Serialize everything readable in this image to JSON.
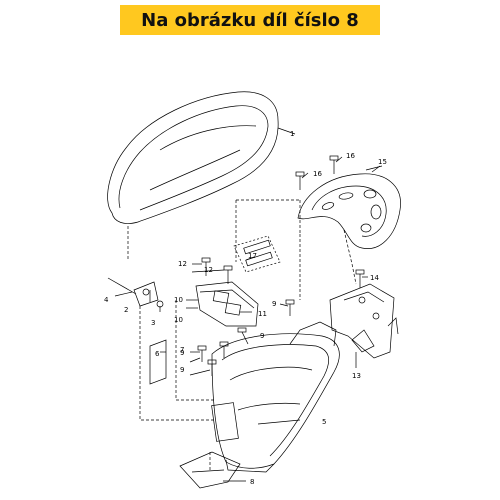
{
  "banner": {
    "text": "Na obrázku díl číslo 8",
    "background": "#ffc81f"
  },
  "diagram": {
    "callouts": [
      "1",
      "2",
      "3",
      "4",
      "5",
      "6",
      "7",
      "8",
      "9",
      "9",
      "9",
      "9",
      "10",
      "10",
      "11",
      "12",
      "12",
      "13",
      "14",
      "15",
      "16",
      "16",
      "17"
    ]
  }
}
